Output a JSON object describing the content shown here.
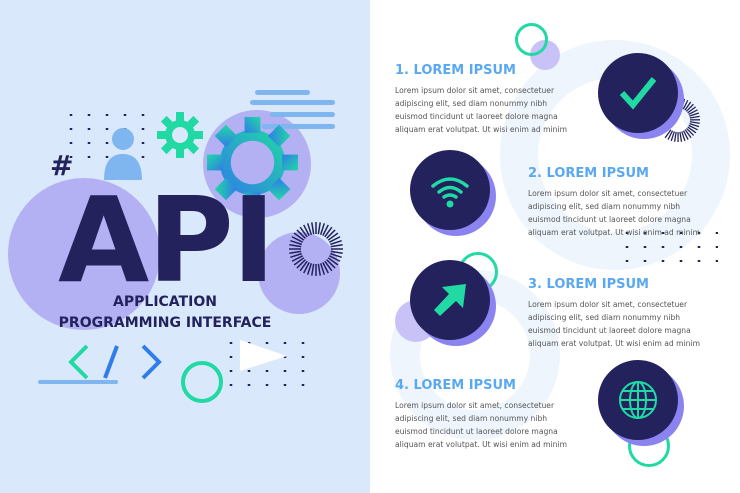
{
  "hero": {
    "title": "API",
    "subtitle_line1": "APPLICATION",
    "subtitle_line2": "PROGRAMMING INTERFACE",
    "hash": "#"
  },
  "colors": {
    "navy": "#23225c",
    "teal": "#20d9a3",
    "blue": "#2f7de8",
    "lavender": "#b3b0f4",
    "heading": "#5aa9f0",
    "left_bg": "#d9e8fb"
  },
  "steps": [
    {
      "title": "1. LOREM IPSUM",
      "text": "Lorem ipsum dolor sit amet, consectetuer adipiscing elit, sed diam nonummy nibh euismod tincidunt ut laoreet dolore magna aliquam erat volutpat. Ut wisi enim ad minim",
      "icon": "checkmark-icon"
    },
    {
      "title": "2. LOREM IPSUM",
      "text": "Lorem ipsum dolor sit amet, consectetuer adipiscing elit, sed diam nonummy nibh euismod tincidunt ut laoreet dolore magna aliquam erat volutpat. Ut wisi enim ad minim",
      "icon": "wifi-icon"
    },
    {
      "title": "3. LOREM IPSUM",
      "text": "Lorem ipsum dolor sit amet, consectetuer adipiscing elit, sed diam nonummy nibh euismod tincidunt ut laoreet dolore magna aliquam erat volutpat. Ut wisi enim ad minim",
      "icon": "arrow-icon"
    },
    {
      "title": "4. LOREM IPSUM",
      "text": "Lorem ipsum dolor sit amet, consectetuer adipiscing elit, sed diam nonummy nibh euismod tincidunt ut laoreet dolore magna aliquam erat volutpat. Ut wisi enim ad minim",
      "icon": "globe-icon"
    }
  ]
}
